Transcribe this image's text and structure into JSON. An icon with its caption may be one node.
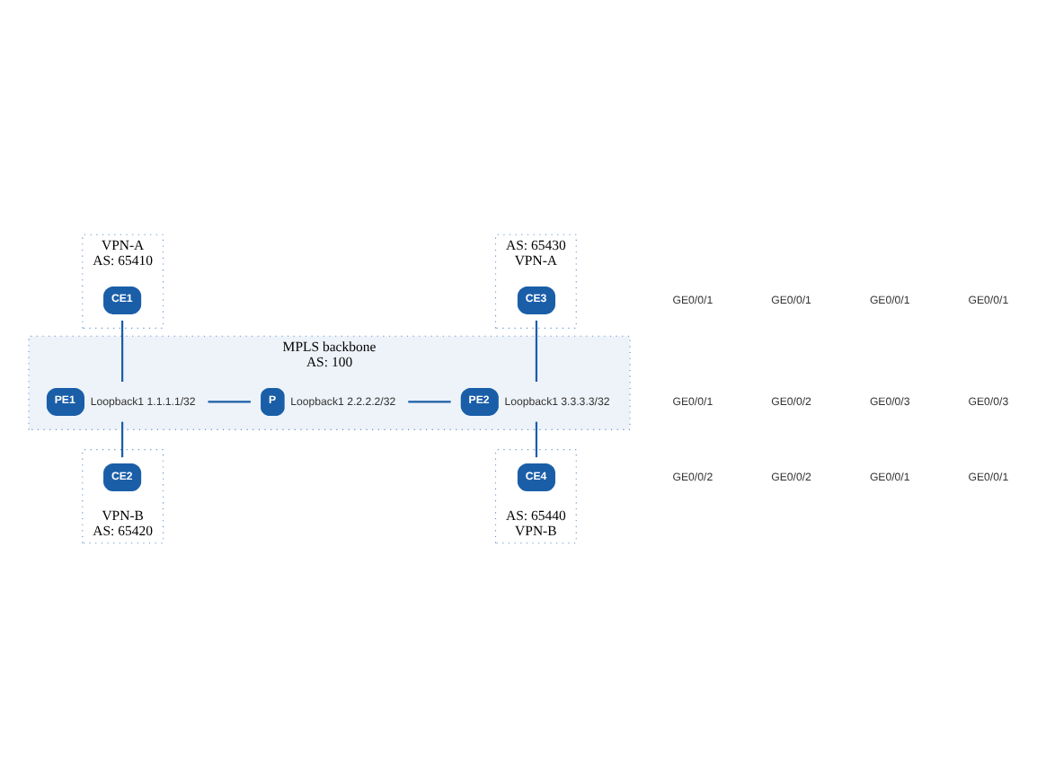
{
  "diagram": {
    "nodes": [
      {
        "text": [
          "VPN-A",
          "AS: 65410"
        ]
      },
      {
        "text": [
          "CE1"
        ],
        "in": 0
      },
      {
        "text": [
          "AS: 65430",
          "VPN-A"
        ]
      },
      {
        "text": [
          "CE3"
        ],
        "in": 2
      },
      {
        "text": [
          "MPLS backbone",
          "AS: 100"
        ]
      },
      {
        "text": [
          "PE1"
        ],
        "in": 4,
        "beside": [
          "Loopback1 1.1.1.1/32"
        ]
      },
      {
        "text": [
          "P"
        ],
        "in": 4,
        "beside": [
          "Loopback1 2.2.2.2/32"
        ]
      },
      {
        "text": [
          "PE2"
        ],
        "in": 4,
        "beside": [
          "Loopback1 3.3.3.3/32"
        ]
      },
      {
        "text": [
          "VPN-B",
          "AS: 65420"
        ]
      },
      {
        "text": [
          "CE2"
        ],
        "in": 8
      },
      {
        "text": [
          "AS: 65440",
          "VPN-B"
        ]
      },
      {
        "text": [
          "CE4"
        ],
        "in": 10
      }
    ],
    "edges": [
      {
        "from": 1,
        "to": 5,
        "arrow": "none"
      },
      {
        "from": 3,
        "to": 7,
        "arrow": "none"
      },
      {
        "from": 5,
        "to": 6,
        "arrow": "none"
      },
      {
        "from": 6,
        "to": 7,
        "arrow": "none"
      },
      {
        "from": 5,
        "to": 9,
        "arrow": "none"
      },
      {
        "from": 7,
        "to": 11,
        "arrow": "none"
      }
    ],
    "labels": [
      "GE0/0/1",
      "GE0/0/1",
      "GE0/0/1",
      "GE0/0/1",
      "GE0/0/1",
      "GE0/0/2",
      "GE0/0/3",
      "GE0/0/3",
      "GE0/0/2",
      "GE0/0/2",
      "GE0/0/1",
      "GE0/0/1"
    ]
  }
}
